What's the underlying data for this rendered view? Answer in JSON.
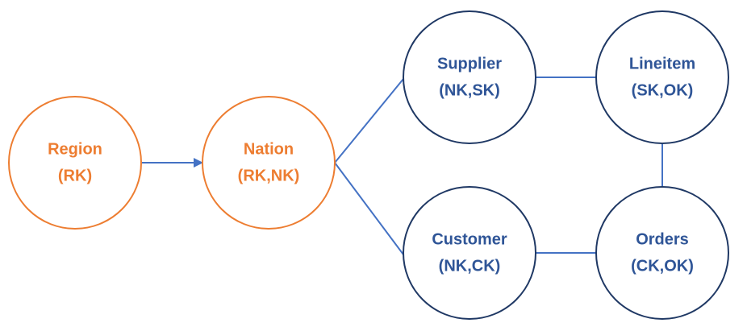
{
  "colors": {
    "orange": "#ED7D31",
    "blue": "#2F5597",
    "line_blue": "#4472C4"
  },
  "nodes": [
    {
      "id": "region",
      "name": "Region",
      "keys": "(RK)",
      "color": "orange"
    },
    {
      "id": "nation",
      "name": "Nation",
      "keys": "(RK,NK)",
      "color": "orange"
    },
    {
      "id": "supplier",
      "name": "Supplier",
      "keys": "(NK,SK)",
      "color": "blue"
    },
    {
      "id": "lineitem",
      "name": "Lineitem",
      "keys": "(SK,OK)",
      "color": "blue"
    },
    {
      "id": "customer",
      "name": "Customer",
      "keys": "(NK,CK)",
      "color": "blue"
    },
    {
      "id": "orders",
      "name": "Orders",
      "keys": "(CK,OK)",
      "color": "blue"
    }
  ],
  "edges": [
    {
      "from": "region",
      "to": "nation",
      "directed": true
    },
    {
      "from": "nation",
      "to": "supplier",
      "directed": false
    },
    {
      "from": "nation",
      "to": "customer",
      "directed": false
    },
    {
      "from": "supplier",
      "to": "lineitem",
      "directed": false
    },
    {
      "from": "customer",
      "to": "orders",
      "directed": false
    },
    {
      "from": "lineitem",
      "to": "orders",
      "directed": false
    }
  ]
}
